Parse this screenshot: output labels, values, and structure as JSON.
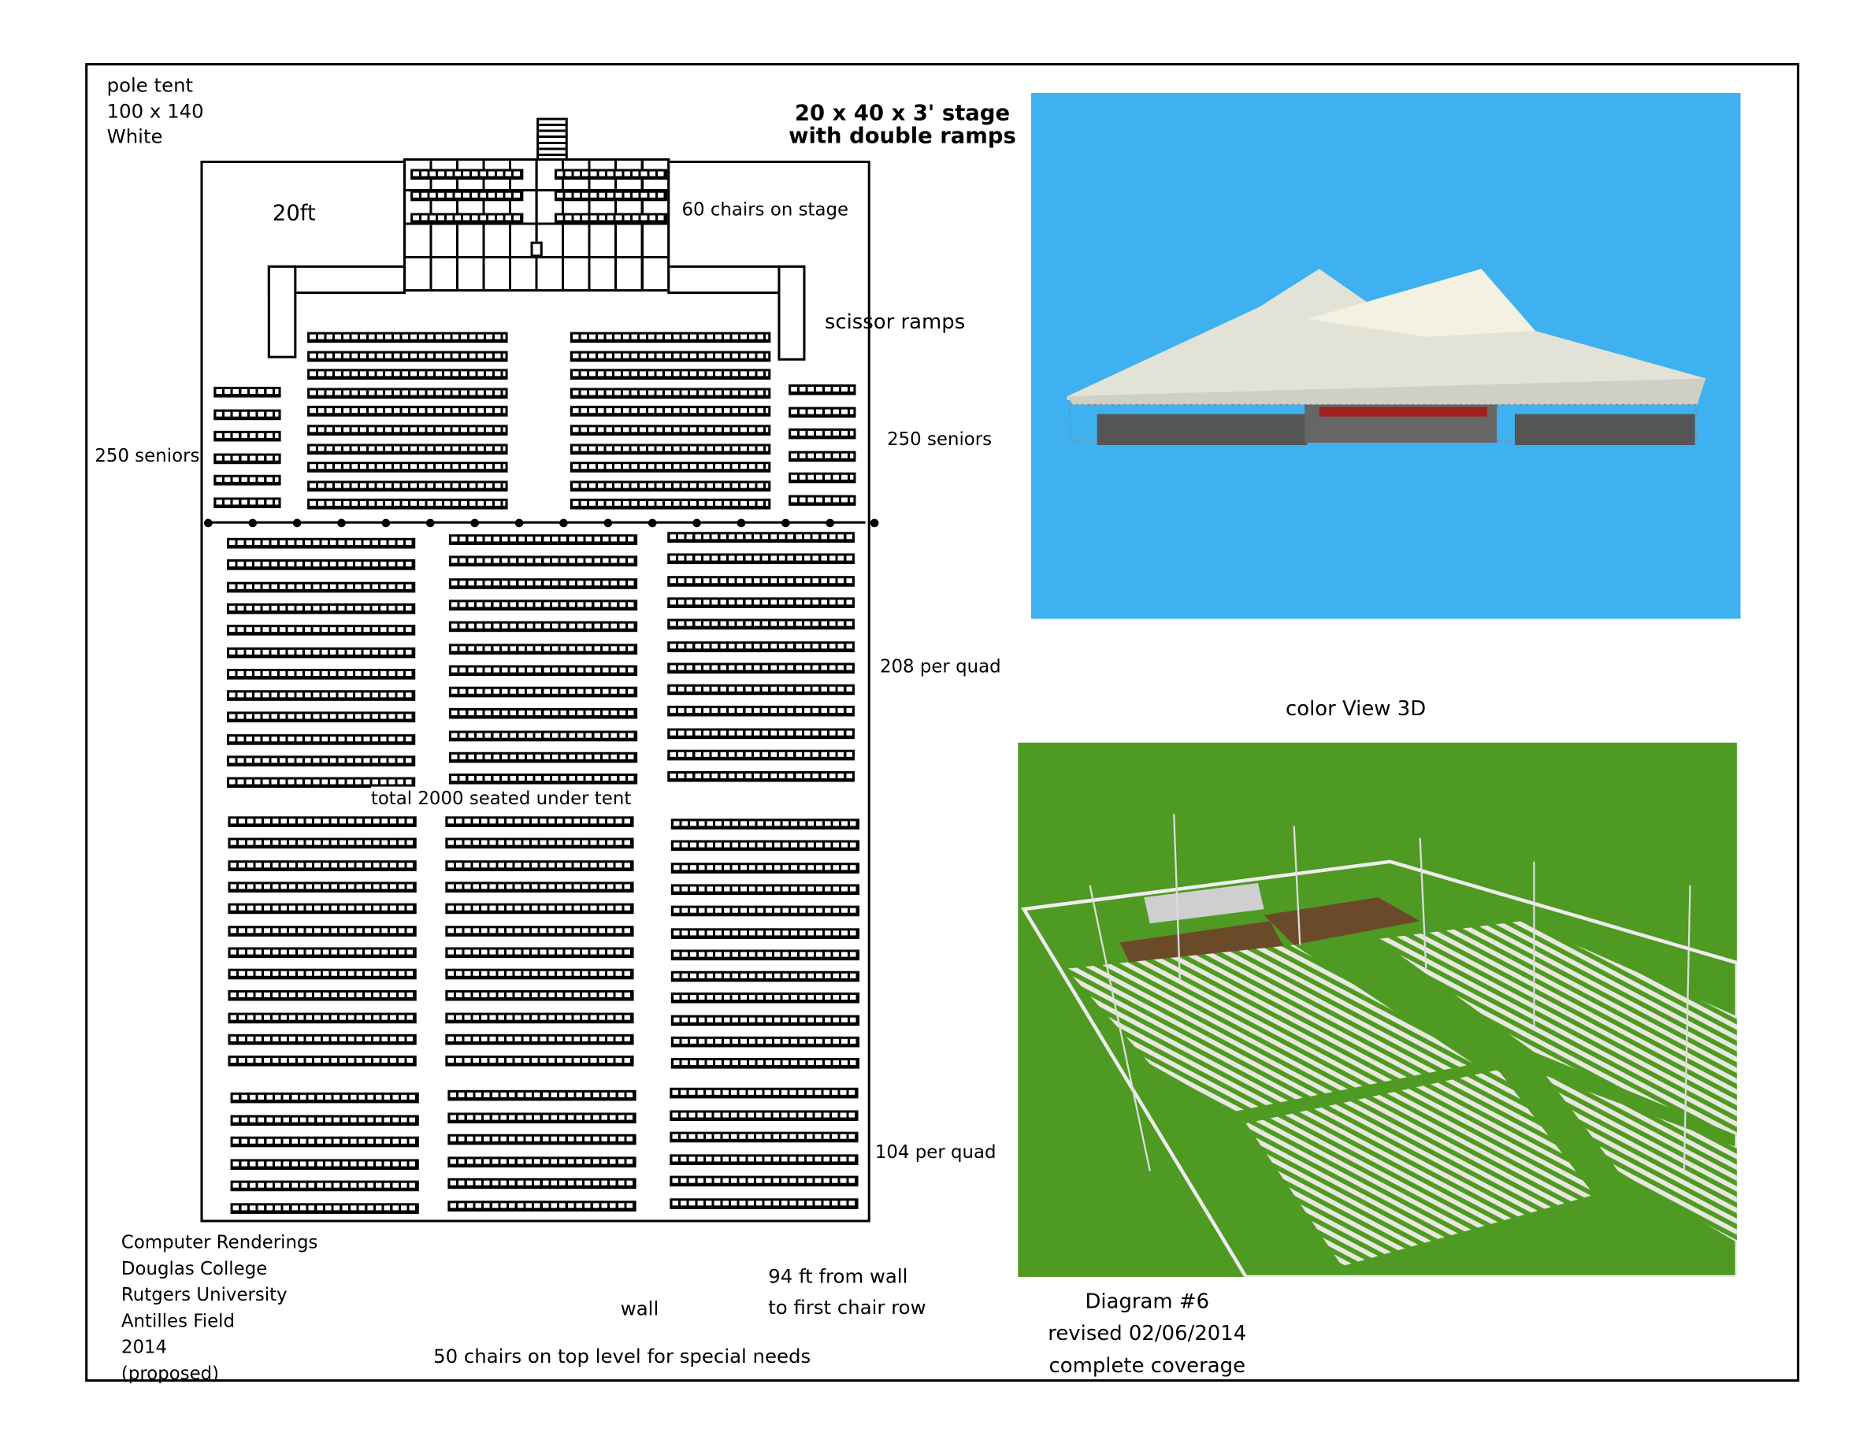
{
  "tent_info": {
    "line1": "pole tent",
    "line2": "100 x 140",
    "line3": "White"
  },
  "stage_label": {
    "line1": "20 x 40 x 3' stage",
    "line2": "with double ramps"
  },
  "labels": {
    "twenty_ft": "20ft",
    "chairs_on_stage": "60 chairs on stage",
    "scissor_ramps": "scissor ramps",
    "seniors_left": "250 seniors",
    "seniors_right": "250 seniors",
    "per_quad_208": "208 per quad",
    "per_quad_104": "104 per quad",
    "total": "total 2000 seated under tent",
    "wall": "wall",
    "distance_line1": "94 ft from wall",
    "distance_line2": "to first chair row",
    "special_needs": "50 chairs on top level for special needs",
    "color_view": "color View 3D"
  },
  "credits": [
    "Computer Renderings",
    "Douglas College",
    "Rutgers University",
    "Antilles Field",
    "2014",
    "(proposed)"
  ],
  "diagram_info": {
    "line1": "Diagram #6",
    "line2": "revised 02/06/2014",
    "line3": "complete coverage"
  },
  "colors": {
    "sky": "#3fb0f0",
    "grass": "#4f9a22",
    "tent": "#ecebdc"
  }
}
